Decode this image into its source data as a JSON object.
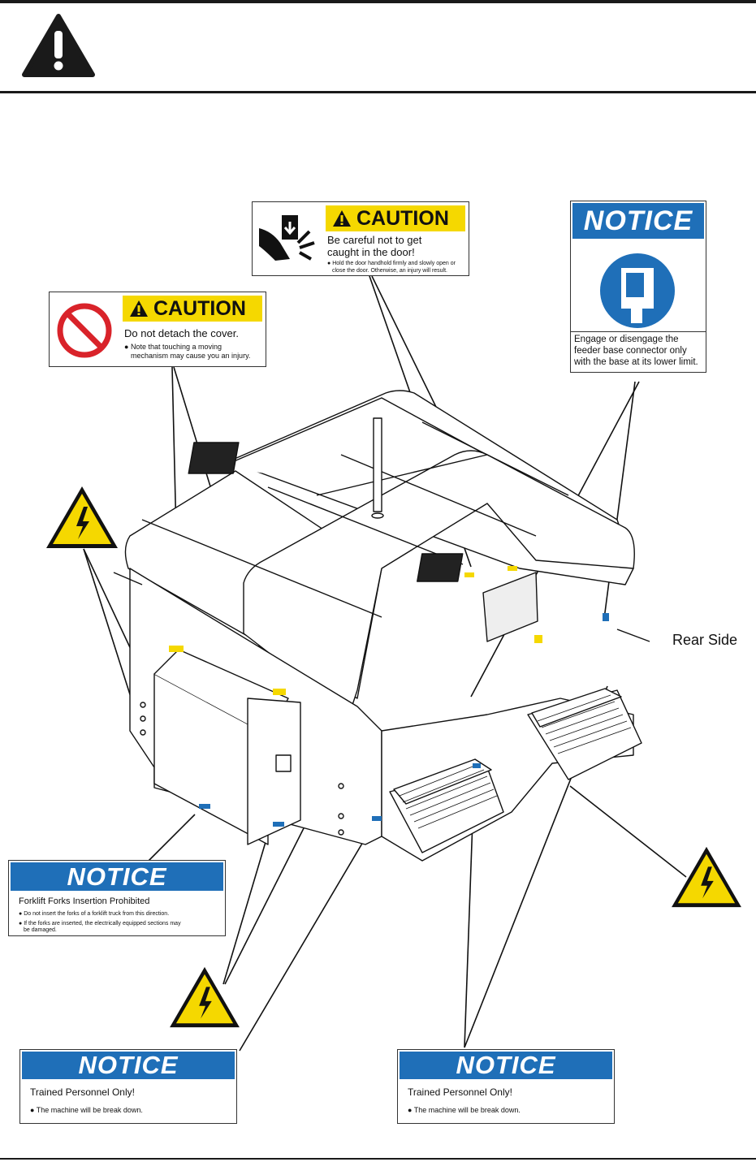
{
  "header": {
    "icon": "exclamation-warning-icon"
  },
  "labels": {
    "caution_door": {
      "heading": "CAUTION",
      "line1": "Be careful not to get",
      "line2": "caught in the door!",
      "bullet1": "Hold the door handhold firmly and slowly open or",
      "bullet2": "close the door. Otherwise, an injury will result.",
      "icon": "hand-pinch-icon"
    },
    "notice_feeder": {
      "heading": "NOTICE",
      "line1": "Engage or disengage the",
      "line2": "feeder base connector only",
      "line3": "with the base at its lower limit.",
      "icon": "feeder-connector-icon"
    },
    "caution_cover": {
      "heading": "CAUTION",
      "line1": "Do not detach the cover.",
      "bullet1": "Note that touching a moving",
      "bullet2": "mechanism may cause you an injury.",
      "icon": "prohibition-icon"
    },
    "notice_forklift": {
      "heading": "NOTICE",
      "line1": "Forklift Forks Insertion Prohibited",
      "bullet1": "Do not insert the forks of a forklift truck from this direction.",
      "bullet2": "If the forks are inserted,  the electrically equipped sections may",
      "bullet3": "be damaged."
    },
    "notice_trained_left": {
      "heading": "NOTICE",
      "line1": "Trained Personnel Only!",
      "bullet1": "The machine will be break down."
    },
    "notice_trained_right": {
      "heading": "NOTICE",
      "line1": "Trained Personnel Only!",
      "bullet1": "The machine will be break down."
    }
  },
  "hazard_icons": [
    "electric-hazard-icon",
    "electric-hazard-icon",
    "electric-hazard-icon"
  ],
  "rear_side_label": "Rear Side",
  "colors": {
    "caution_yellow": "#f5d800",
    "notice_blue": "#1f6fb8",
    "prohibit_red": "#d9232a"
  }
}
